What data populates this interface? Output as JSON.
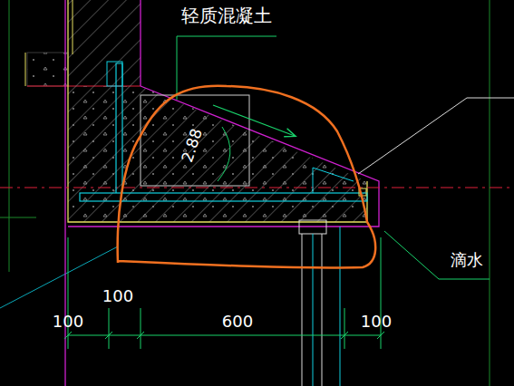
{
  "diagram": {
    "labels": [
      "轻质混凝土",
      "2.88",
      "滴水",
      "100",
      "100",
      "600",
      "100"
    ]
  }
}
